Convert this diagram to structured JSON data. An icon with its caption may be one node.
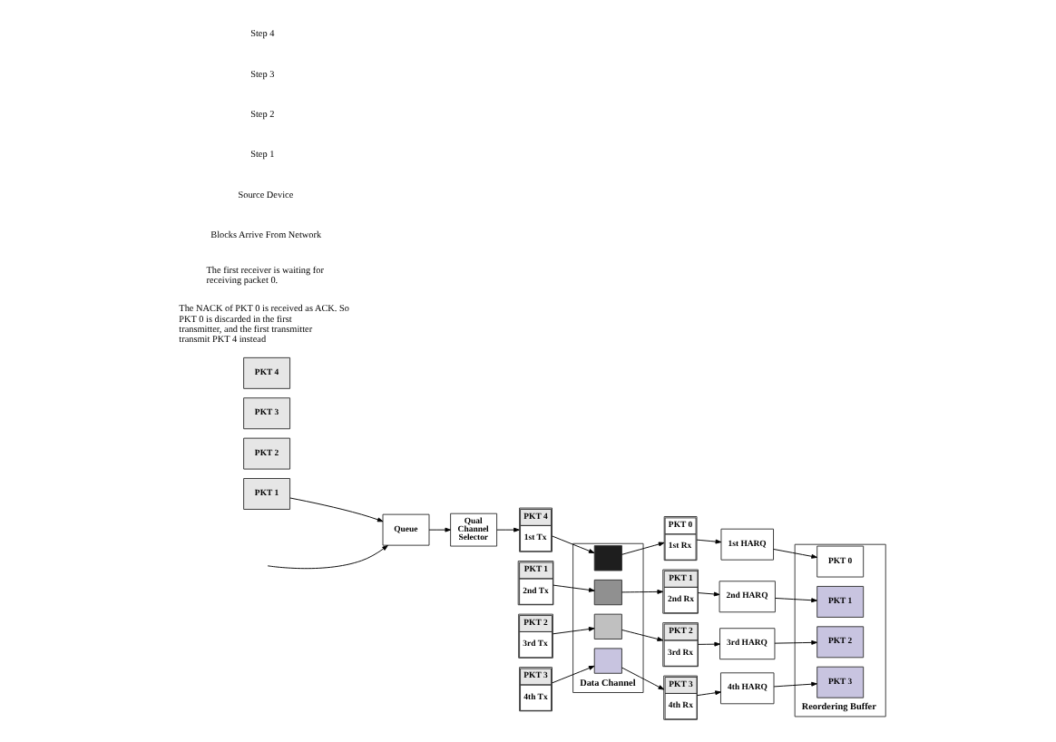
{
  "diagram": {
    "nodes": [
      {
        "text": [
          "PKT 4"
        ]
      },
      {
        "text": [
          "PKT 3"
        ]
      },
      {
        "text": [
          "PKT 2"
        ]
      },
      {
        "text": [
          "PKT 1"
        ]
      },
      {
        "text": [
          "Queue"
        ]
      },
      {
        "text": [
          "Qual Channel Selector"
        ]
      },
      {
        "text": [
          "PKT 4",
          "1st Tx"
        ]
      },
      {
        "text": [
          "PKT 1",
          "2nd Tx"
        ]
      },
      {
        "text": [
          "PKT 2",
          "3rd Tx"
        ]
      },
      {
        "text": [
          "PKT 3",
          "4th Tx"
        ]
      },
      {
        "text": [
          "Data Channel"
        ]
      },
      {
        "text": [],
        "shape": "box",
        "in": 10
      },
      {
        "text": [],
        "shape": "box",
        "in": 10
      },
      {
        "text": [],
        "shape": "box",
        "in": 10
      },
      {
        "text": [],
        "shape": "box",
        "in": 10
      },
      {
        "text": [
          "PKT 0",
          "1st Rx"
        ]
      },
      {
        "text": [
          "1st HARQ"
        ]
      },
      {
        "text": [
          "PKT 1",
          "2nd Rx"
        ]
      },
      {
        "text": [
          "2nd HARQ"
        ]
      },
      {
        "text": [
          "PKT 2",
          "3rd Rx"
        ]
      },
      {
        "text": [
          "3rd HARQ"
        ]
      },
      {
        "text": [
          "PKT 3",
          "4th Rx"
        ]
      },
      {
        "text": [
          "4th HARQ"
        ]
      },
      {
        "text": [
          "Reordering Buffer"
        ]
      },
      {
        "text": [
          "PKT 0"
        ],
        "in": 23
      },
      {
        "text": [
          "PKT 1"
        ],
        "in": 23
      },
      {
        "text": [
          "PKT 2"
        ],
        "in": 23
      },
      {
        "text": [
          "PKT 3"
        ],
        "in": 23
      }
    ],
    "edges": [
      {
        "from": 3,
        "to": 4,
        "arrow": "to"
      },
      {
        "from": null,
        "to": 4,
        "arrow": "to"
      },
      {
        "from": 4,
        "to": 5,
        "arrow": "to"
      },
      {
        "from": 5,
        "to": 6,
        "arrow": "to"
      },
      {
        "from": 6,
        "to": 11,
        "arrow": "to"
      },
      {
        "from": 7,
        "to": 12,
        "arrow": "to"
      },
      {
        "from": 8,
        "to": 13,
        "arrow": "to"
      },
      {
        "from": 9,
        "to": 14,
        "arrow": "to"
      },
      {
        "from": 11,
        "to": 15,
        "arrow": "to"
      },
      {
        "from": 12,
        "to": 17,
        "arrow": "to"
      },
      {
        "from": 13,
        "to": 19,
        "arrow": "to"
      },
      {
        "from": 14,
        "to": 21,
        "arrow": "to"
      },
      {
        "from": 15,
        "to": 16,
        "arrow": "to"
      },
      {
        "from": 17,
        "to": 18,
        "arrow": "to"
      },
      {
        "from": 19,
        "to": 20,
        "arrow": "to"
      },
      {
        "from": 21,
        "to": 22,
        "arrow": "to"
      },
      {
        "from": 16,
        "to": 24,
        "arrow": "to"
      },
      {
        "from": 18,
        "to": 25,
        "arrow": "to"
      },
      {
        "from": 20,
        "to": 26,
        "arrow": "to"
      },
      {
        "from": 22,
        "to": 27,
        "arrow": "to"
      }
    ],
    "labels": [
      "The NACK of PKT 0 is received as ACK. So PKT 0 is discarded in the first transmitter, and the first transmitter transmit PKT 4 instead",
      "The first receiver is waiting for receiving packet 0.",
      "Blocks Arrive From Network",
      "Source Device",
      "Step 1",
      "Step 2",
      "Step 3",
      "Step 4"
    ]
  }
}
